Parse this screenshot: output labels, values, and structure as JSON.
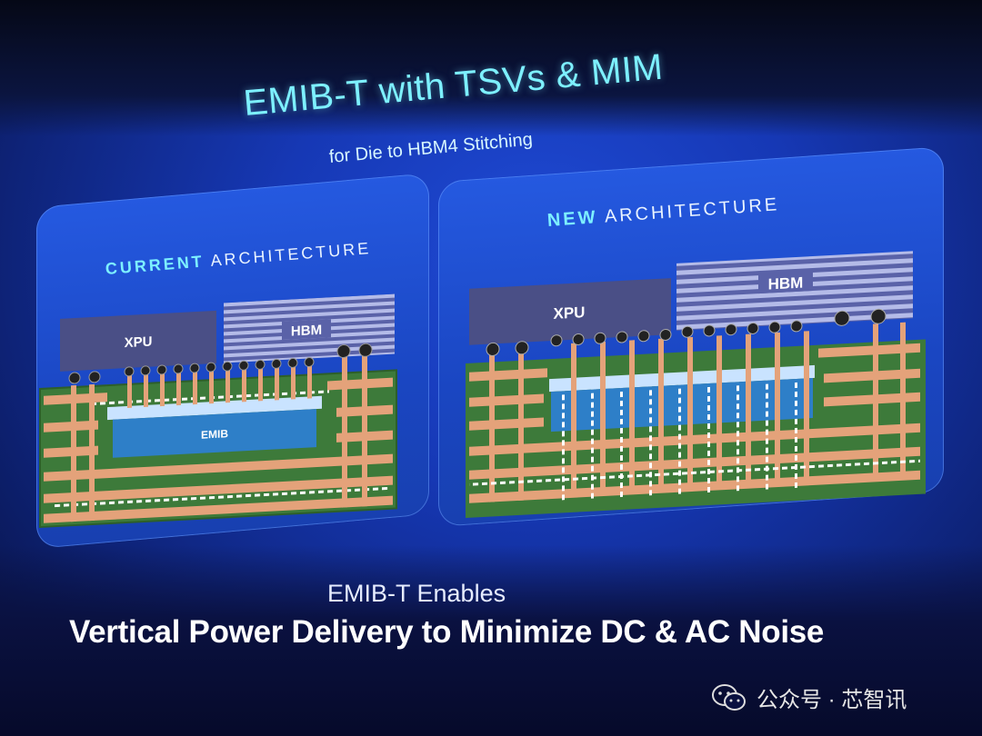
{
  "slide": {
    "title": "EMIB-T with TSVs & MIM",
    "subtitle": "for Die to HBM4 Stitching"
  },
  "current": {
    "heading_bold": "CURRENT",
    "heading_rest": "ARCHITECTURE",
    "xpu_label": "XPU",
    "hbm_label": "HBM",
    "emib_label": "EMIB"
  },
  "new": {
    "heading_bold": "NEW",
    "heading_rest": "ARCHITECTURE",
    "xpu_label": "XPU",
    "hbm_label": "HBM"
  },
  "footer": {
    "line1": "EMIB-T Enables",
    "line2": "Vertical Power Delivery to Minimize DC & AC Noise"
  },
  "watermark": {
    "text": "公众号 · 芯智讯",
    "icon": "wechat-icon"
  },
  "colors": {
    "slide_blue": "#1a46c2",
    "title_cyan": "#7df0ff",
    "substrate_green": "#3d7a3a",
    "copper": "#e4a27a",
    "xpu_slate": "#4a4f86",
    "hbm_stripes": "#8e96cf",
    "emib_blue": "#2e7fc8"
  }
}
